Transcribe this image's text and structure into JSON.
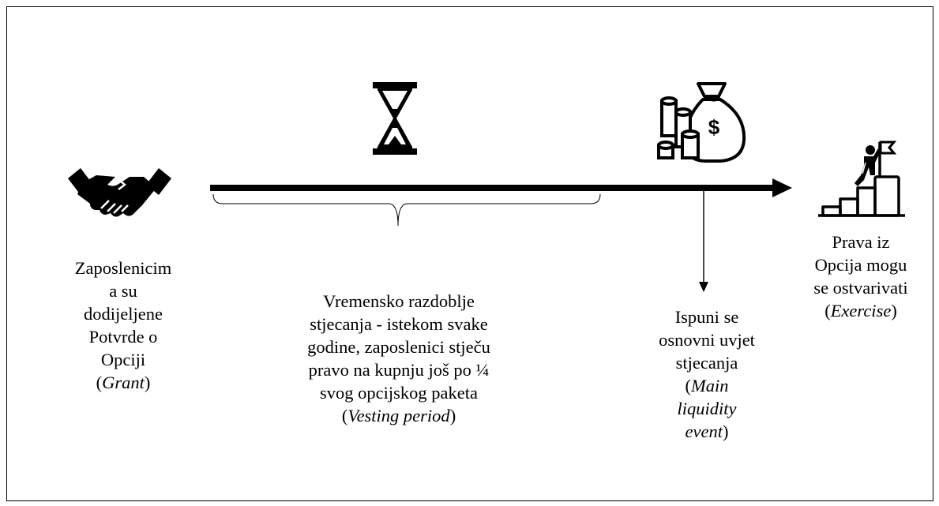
{
  "colors": {
    "ink": "#000000",
    "background": "#ffffff"
  },
  "icons": {
    "grant": "handshake-icon",
    "vesting": "hourglass-icon",
    "liquidity": "money-bag-coins-icon",
    "exercise": "climber-flag-stairs-icon"
  },
  "grant": {
    "lines": [
      "Zaposlenicim",
      "a su",
      "dodijeljene",
      "Potvrde o",
      "Opciji"
    ],
    "open": "(",
    "term": "Grant",
    "close": ")"
  },
  "vesting": {
    "lines": [
      "Vremensko razdoblje",
      "stjecanja - istekom svake",
      "godine, zaposlenici stječu",
      "pravo na kupnju još po ¼",
      "svog opcijskog paketa"
    ],
    "open": "(",
    "term": "Vesting period",
    "close": ")"
  },
  "liquidity": {
    "lines": [
      "Ispuni se",
      "osnovni uvjet",
      "stjecanja"
    ],
    "open": "(",
    "term_lines": [
      "Main",
      "liquidity",
      "event"
    ],
    "close": ")"
  },
  "exercise": {
    "lines": [
      "Prava iz",
      "Opcija mogu",
      "se ostvarivati"
    ],
    "open": "(",
    "term": "Exercise",
    "close": ")"
  }
}
